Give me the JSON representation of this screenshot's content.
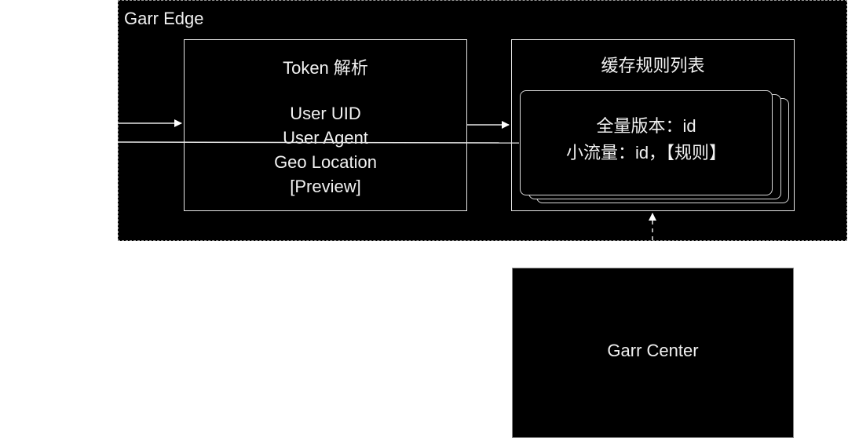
{
  "diagram": {
    "edge_group": {
      "title": "Garr Edge"
    },
    "token_box": {
      "title": "Token 解析",
      "lines": [
        "User UID",
        "User Agent",
        "Geo Location",
        "[Preview]"
      ]
    },
    "rules_box": {
      "title": "缓存规则列表",
      "card_lines": [
        "全量版本：id",
        "小流量：id，【规则】"
      ]
    },
    "center_box": {
      "title": "Garr Center"
    },
    "connections": [
      {
        "from": "external-input",
        "to": "token-box",
        "style": "solid-arrow"
      },
      {
        "from": "token-box",
        "to": "rules-box",
        "style": "solid-arrow"
      },
      {
        "from": "external-input",
        "to": "rules-card",
        "style": "solid-line"
      },
      {
        "from": "center-box",
        "to": "rules-box",
        "style": "dashed-arrow"
      }
    ],
    "colors": {
      "background": "#000000",
      "stroke": "#e6e6e6",
      "text": "#f2f2f2",
      "page": "#ffffff"
    }
  }
}
